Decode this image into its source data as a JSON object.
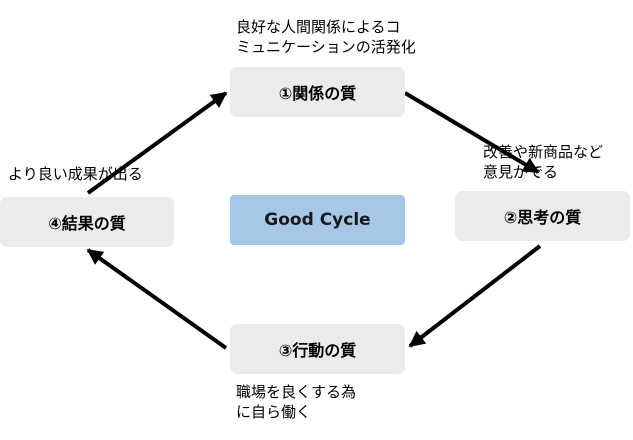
{
  "nodes": {
    "top": {
      "label": "①関係の質"
    },
    "right": {
      "label": "②思考の質"
    },
    "bottom": {
      "label": "③行動の質"
    },
    "left": {
      "label": "④結果の質"
    },
    "center": {
      "label": "Good Cycle"
    }
  },
  "notes": {
    "top_line1": "良好な人間関係によるコ",
    "top_line2": "ミュニケーションの活発化",
    "right_line1": "改善や新商品など",
    "right_line2": "意見がでる",
    "bottom_line1": "職場を良くする為",
    "bottom_line2": "に自ら働く",
    "left_line1": "より良い成果が出る"
  },
  "colors": {
    "box_fill": "#ebebeb",
    "center_fill": "#a6c7e8",
    "arrow": "#000000"
  }
}
